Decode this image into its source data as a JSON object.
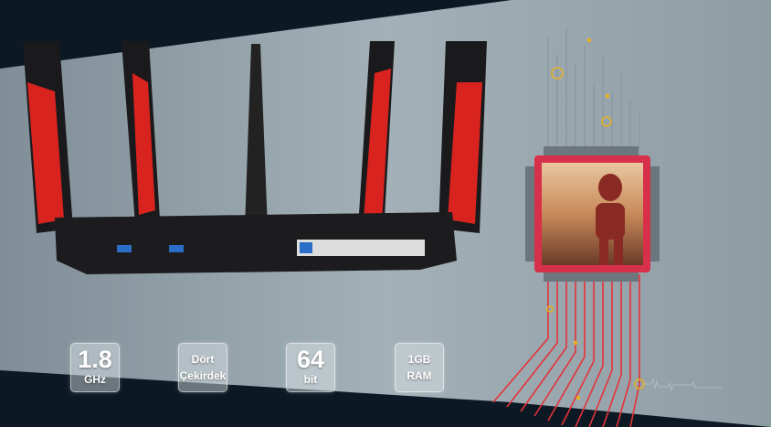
{
  "specs": [
    {
      "top": "1.8",
      "bottom": "GHz"
    },
    {
      "top": "Dört",
      "bottom": "Çekirdek"
    },
    {
      "top": "64",
      "bottom": "bit"
    },
    {
      "top": "1GB",
      "bottom": "RAM"
    }
  ],
  "colors": {
    "background": "#0c1824",
    "band": "#9aa8b0",
    "accent": "#e0242a",
    "gold": "#e8b020"
  }
}
